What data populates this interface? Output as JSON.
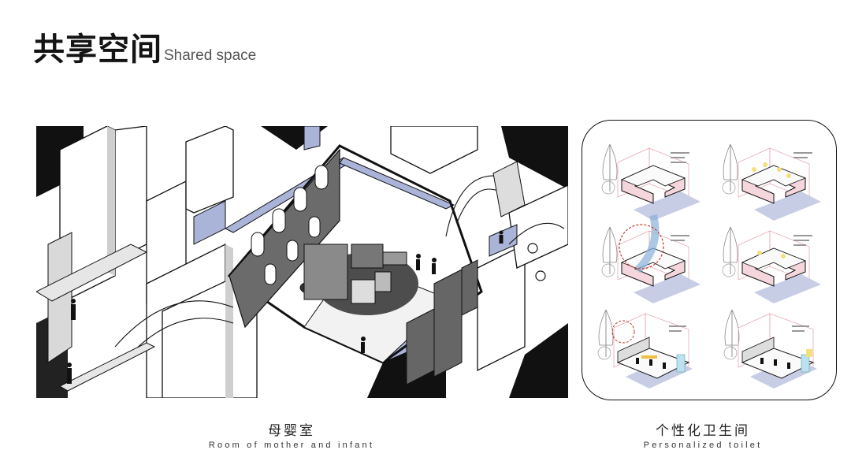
{
  "title": {
    "cn": "共享空间",
    "en": "Shared space"
  },
  "left_panel": {
    "caption_cn": "母婴室",
    "caption_en": "Room of mother and infant"
  },
  "right_panel": {
    "caption_cn": "个性化卫生间",
    "caption_en": "Personalized toilet"
  },
  "colors": {
    "accent_blue": "#aab3d8",
    "accent_pink": "#e8a8b4",
    "accent_yellow": "#f3e07a",
    "line": "#111111",
    "dark_fill": "#5a5a5a"
  }
}
